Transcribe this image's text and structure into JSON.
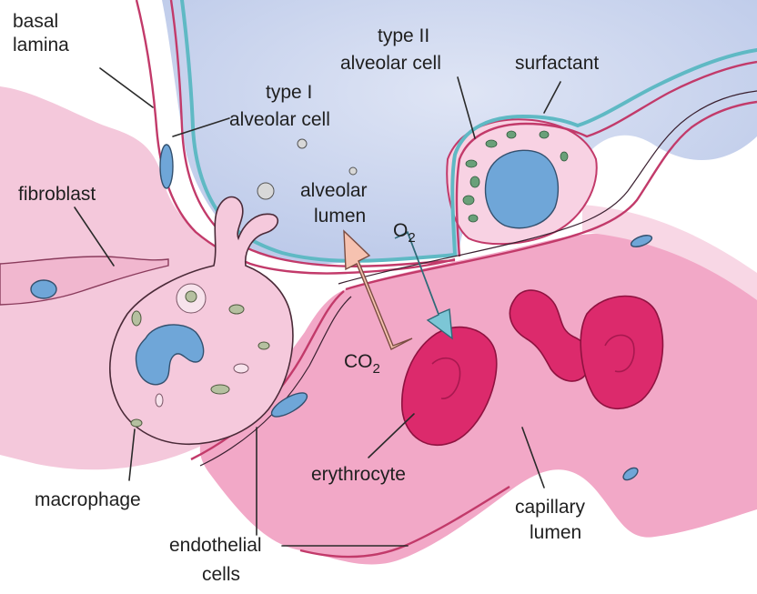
{
  "labels": {
    "basal_lamina_1": "basal",
    "basal_lamina_2": "lamina",
    "type1_1": "type I",
    "type1_2": "alveolar cell",
    "type2_1": "type II",
    "type2_2": "alveolar cell",
    "surfactant": "surfactant",
    "fibroblast": "fibroblast",
    "alveolar_lumen_1": "alveolar",
    "alveolar_lumen_2": "lumen",
    "o2_main": "O",
    "o2_sub": "2",
    "co2_main": "CO",
    "co2_sub": "2",
    "macrophage": "macrophage",
    "erythrocyte": "erythrocyte",
    "capillary_1": "capillary",
    "capillary_2": "lumen",
    "endothelial_1": "endothelial",
    "endothelial_2": "cells"
  },
  "colors": {
    "alveolar_lumen": "#c6d1ec",
    "tissue": "#f6c9dc",
    "capillary": "#f3a9c8",
    "membrane": "#c23a6a",
    "surfactant_layer": "#5fb9c4",
    "nucleus": "#6fa6d8",
    "erythrocyte": "#dc2a6c",
    "o2_arrow": "#7cc6d6",
    "co2_arrow": "#f6c2b0"
  }
}
